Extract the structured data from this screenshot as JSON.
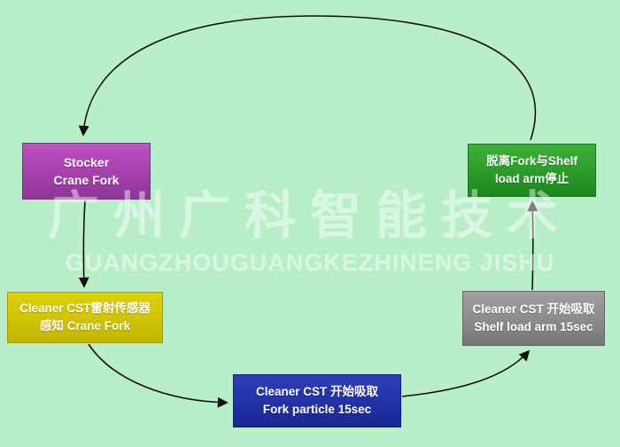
{
  "watermark": {
    "line1": "广州广科智能技术",
    "line2": "GUANGZHOUGUANGKEZHINENG JISHU"
  },
  "colors": {
    "background": "#b9efc8",
    "stocker_box": "#a440ac",
    "detach_box": "#2a9b28",
    "sensor_box": "#cfc303",
    "shelf_box": "#8b8b8b",
    "fork_box": "#2232a6",
    "arrow": "#111111",
    "box_text": "#ffffff"
  },
  "nodes": {
    "stocker": {
      "line1": "Stocker",
      "line2": "Crane Fork"
    },
    "detach": {
      "line1": "脱离Fork与Shelf",
      "line2": "load arm停止"
    },
    "sensor": {
      "line1": "Cleaner CST雷射传感器",
      "line2": "感知 Crane Fork"
    },
    "shelf": {
      "line1": "Cleaner CST 开始吸取",
      "line2": "Shelf load arm 15sec"
    },
    "fork": {
      "line1": "Cleaner CST 开始吸取",
      "line2": "Fork particle 15sec"
    }
  }
}
